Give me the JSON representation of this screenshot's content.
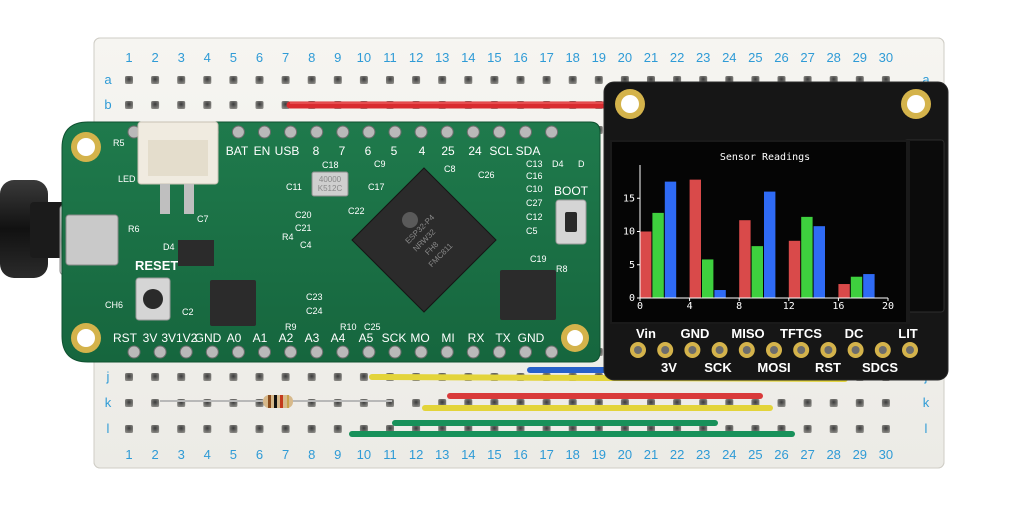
{
  "breadboard": {
    "column_numbers": [
      "1",
      "2",
      "3",
      "4",
      "5",
      "6",
      "7",
      "8",
      "9",
      "10",
      "11",
      "12",
      "13",
      "14",
      "15",
      "16",
      "17",
      "18",
      "19",
      "20",
      "21",
      "22",
      "23",
      "24",
      "25",
      "26",
      "27",
      "28",
      "29",
      "30"
    ],
    "row_letters_top": [
      "a",
      "b"
    ],
    "row_letters_bottom": [
      "j",
      "k",
      "l"
    ]
  },
  "feather": {
    "top_pins": [
      "BAT",
      "EN",
      "USB",
      "8",
      "7",
      "6",
      "5",
      "4",
      "25",
      "24",
      "SCL",
      "SDA"
    ],
    "bottom_pins": [
      "RST",
      "3V",
      "3V1",
      "V2",
      "GND",
      "A0",
      "A1",
      "A2",
      "A3",
      "A4",
      "A5",
      "SCK",
      "MO",
      "MI",
      "RX",
      "TX",
      "GND"
    ],
    "buttons": {
      "reset": "RESET",
      "boot": "BOOT"
    },
    "labels": {
      "r5": "R5",
      "led": "LED",
      "r6": "R6",
      "d4": "D4",
      "ch6": "CH6",
      "c2": "C2",
      "c18": "C18",
      "c9": "C9",
      "c11": "C11",
      "c20": "C20",
      "c21": "C21",
      "c4": "C4",
      "r4": "R4",
      "c23": "C23",
      "c24": "C24",
      "r9": "R9",
      "r10": "R10",
      "c25": "C25",
      "c8": "C8",
      "c26": "C26",
      "c13": "C13",
      "c10": "C10",
      "c27": "C27",
      "c12": "C12",
      "c16": "C16",
      "c19": "C19",
      "r8": "R8",
      "c5": "C5",
      "c7": "C7",
      "c22": "C22",
      "c17": "C17",
      "d4b": "D4",
      "d": "D"
    },
    "mcu_text": [
      "ESP32-P4",
      "NRW32",
      "FH8",
      "FMC811"
    ],
    "crystal_text": "40000\nK512C"
  },
  "display_breakout": {
    "pins_top_labels": [
      "Vin",
      "GND",
      "MISO",
      "TFTCS",
      "DC",
      "LIT"
    ],
    "pins_bottom_labels": [
      "3V",
      "SCK",
      "MOSI",
      "RST",
      "SDCS"
    ]
  },
  "chart_data": {
    "type": "bar",
    "title": "Sensor Readings",
    "xlabel": "",
    "ylabel": "",
    "xlim": [
      0,
      20
    ],
    "ylim": [
      0,
      20
    ],
    "x_ticks": [
      "0",
      "4",
      "8",
      "12",
      "16",
      "20"
    ],
    "y_ticks": [
      "0",
      "5",
      "10",
      "15"
    ],
    "groups": [
      {
        "x": 1,
        "values": [
          10,
          12.8,
          17.5
        ]
      },
      {
        "x": 5,
        "values": [
          17.8,
          5.8,
          1.2
        ]
      },
      {
        "x": 9,
        "values": [
          11.7,
          7.8,
          16
        ]
      },
      {
        "x": 13,
        "values": [
          8.6,
          12.2,
          10.8
        ]
      },
      {
        "x": 17,
        "values": [
          2.1,
          3.2,
          3.6
        ]
      }
    ],
    "series_colors": [
      "#d94a4a",
      "#3ed03e",
      "#2f6bf5"
    ]
  }
}
